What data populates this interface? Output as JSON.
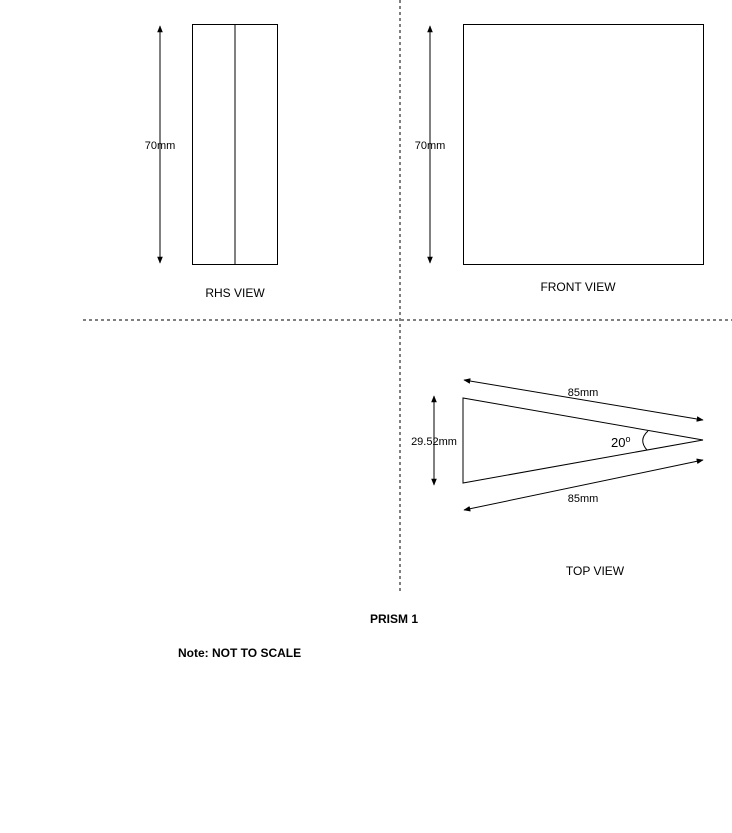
{
  "colors": {
    "background": "#ffffff",
    "line": "#000000"
  },
  "rhs_view": {
    "height_label": "70mm",
    "caption": "RHS VIEW"
  },
  "front_view": {
    "height_label": "70mm",
    "caption": "FRONT VIEW"
  },
  "top_view": {
    "upper_side_label": "85mm",
    "lower_side_label": "85mm",
    "base_label": "29.52mm",
    "angle_value": "20",
    "angle_unit": "o",
    "caption": "TOP VIEW"
  },
  "title": "PRISM 1",
  "note": "Note: NOT TO SCALE"
}
